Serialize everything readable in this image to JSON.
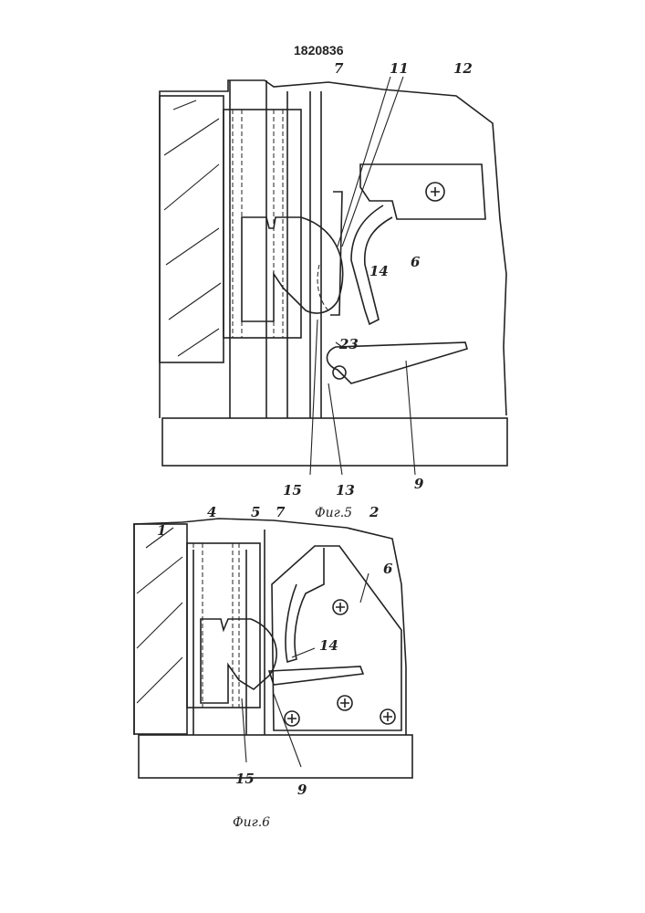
{
  "patent_number": "1820836",
  "figure5": {
    "caption": "Фиг.5",
    "labels": {
      "l7": "7",
      "l11": "11",
      "l12": "12",
      "l6": "6",
      "l14": "14",
      "l23": "23",
      "l9": "9",
      "l15": "15",
      "l13": "13"
    }
  },
  "figure6": {
    "caption": "Фиг.6",
    "labels": {
      "l1": "1",
      "l4": "4",
      "l5": "5",
      "l7": "7",
      "l2": "2",
      "l6": "6",
      "l14": "14",
      "l9": "9",
      "l15": "15"
    }
  }
}
